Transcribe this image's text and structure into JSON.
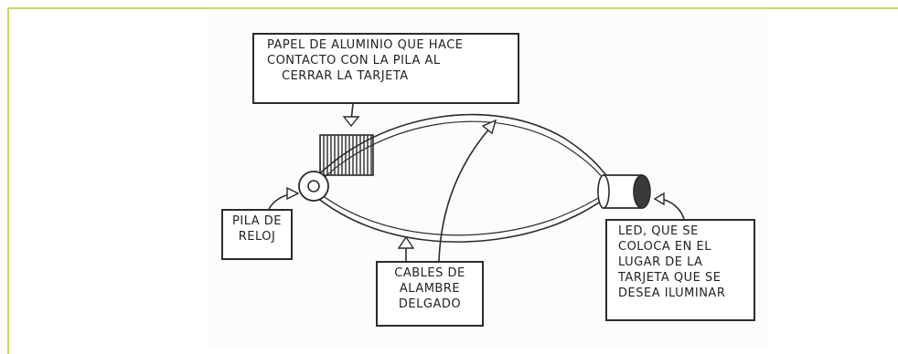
{
  "figure": {
    "labels": {
      "aluminum": {
        "lines": [
          "PAPEL DE ALUMINIO QUE HACE",
          "CONTACTO CON LA PILA AL",
          "CERRAR LA TARJETA"
        ]
      },
      "battery": {
        "lines": [
          "PILA DE",
          "RELOJ"
        ]
      },
      "wires": {
        "lines": [
          "CABLES DE",
          "ALAMBRE",
          "DELGADO"
        ]
      },
      "led": {
        "lines": [
          "LED, QUE SE",
          "COLOCA EN EL",
          "LUGAR DE LA",
          "TARJETA QUE SE",
          "DESEA ILUMINAR"
        ]
      }
    },
    "colors": {
      "frame": "#c6d86a",
      "ink": "#2b2b2b"
    },
    "icons": [
      "battery-icon",
      "aluminum-foil-icon",
      "led-icon"
    ]
  }
}
